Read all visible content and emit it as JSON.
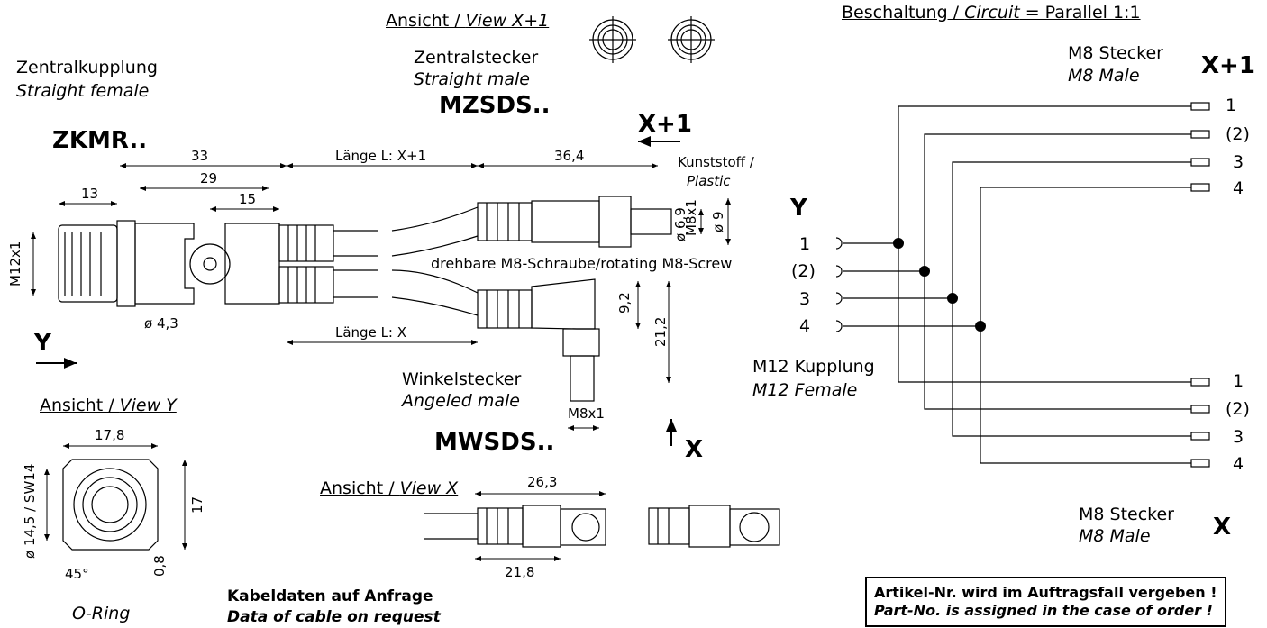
{
  "view_xp1": {
    "prefix": "Ansicht / ",
    "italic": "View X+1"
  },
  "zentral_stecker": {
    "de": "Zentralstecker",
    "en": "Straight male",
    "code": "MZSDS.."
  },
  "zentral_kupplung": {
    "de": "Zentralkupplung",
    "en": "Straight female",
    "code": "ZKMR.."
  },
  "winkel_stecker": {
    "de": "Winkelstecker",
    "en": "Angeled male",
    "code": "MWSDS.."
  },
  "markers": {
    "xp1": "X+1",
    "x": "X",
    "y": "Y"
  },
  "dims": {
    "d33": "33",
    "d29": "29",
    "d13": "13",
    "d15": "15",
    "m12x1": "M12x1",
    "phi43": "ø 4,3",
    "laenge_xp1": "Länge  L: X+1",
    "laenge_x": "Länge  L: X",
    "d364": "36,4",
    "kunststoff": "Kunststoff /",
    "plastic": "Plastic",
    "phi69": "ø 6,9",
    "m8x1": "M8x1",
    "phi9": "ø 9",
    "screw": "drehbare M8-Schraube/rotating M8-Screw",
    "d92": "9,2",
    "d212": "21,2",
    "m8x1b": "M8x1",
    "d263": "26,3",
    "d218": "21,8",
    "d178": "17,8",
    "d17": "17",
    "phi145": "ø 14,5 / SW14",
    "deg45": "45°",
    "d08": "0,8",
    "oring": "O-Ring"
  },
  "view_y": {
    "prefix": "Ansicht / ",
    "italic": "View Y"
  },
  "view_x": {
    "prefix": "Ansicht / ",
    "italic": "View X"
  },
  "cable": {
    "de": "Kabeldaten auf Anfrage",
    "en": "Data of cable on request"
  },
  "circuit": {
    "prefix": "Beschaltung / ",
    "italic": "Circuit",
    "suffix": " =  Parallel 1:1"
  },
  "m8_top": {
    "de": "M8 Stecker",
    "en": "M8 Male",
    "marker": "X+1"
  },
  "m12": {
    "de": "M12 Kupplung",
    "en": "M12 Female",
    "marker": "Y"
  },
  "m8_bottom": {
    "de": "M8 Stecker",
    "en": "M8 Male",
    "marker": "X"
  },
  "pins_top": [
    "1",
    "(2)",
    "3",
    "4"
  ],
  "pins_y": [
    "1",
    "(2)",
    "3",
    "4"
  ],
  "pins_bottom": [
    "1",
    "(2)",
    "3",
    "4"
  ],
  "note": {
    "de": "Artikel-Nr. wird im Auftragsfall vergeben !",
    "en": "Part-No. is assigned in the case of order !"
  }
}
